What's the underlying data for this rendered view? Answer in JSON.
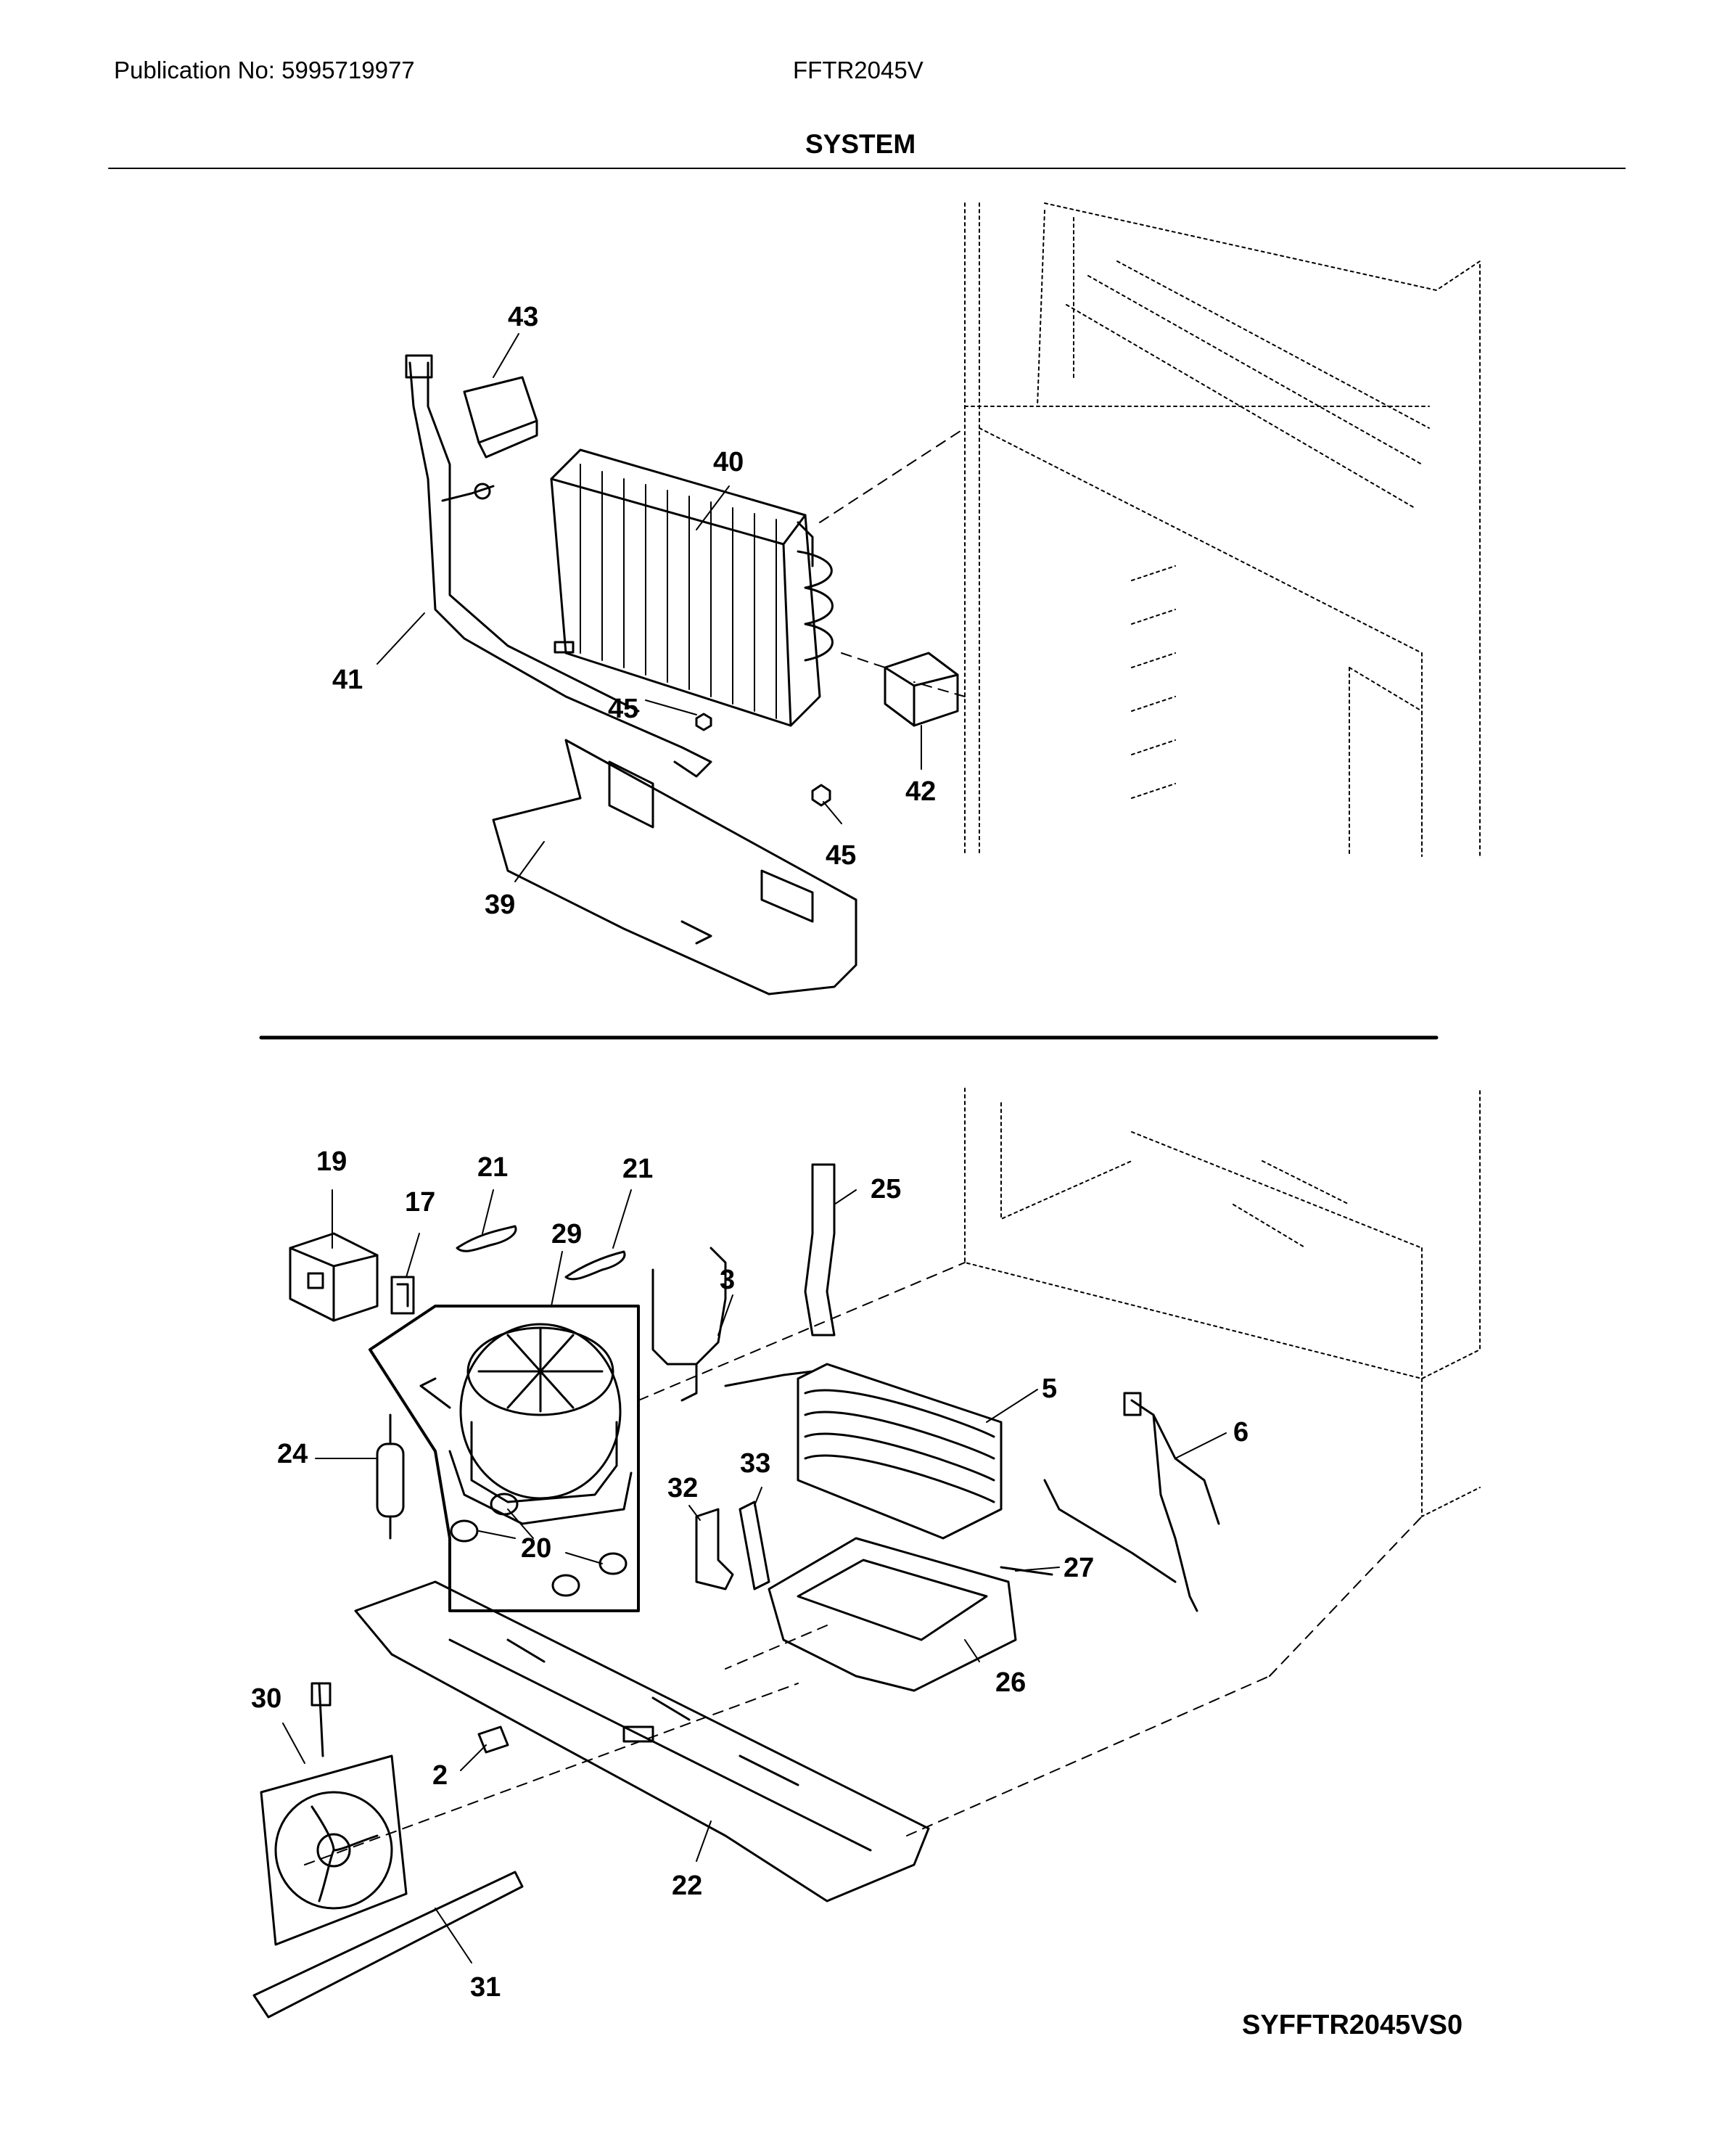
{
  "header": {
    "publication": "Publication No: 5995719977",
    "model": "FFTR2045V",
    "section_title": "SYSTEM"
  },
  "callouts": {
    "c43": "43",
    "c40": "40",
    "c41": "41",
    "c45a": "45",
    "c45b": "45",
    "c42": "42",
    "c39": "39",
    "c19": "19",
    "c17": "17",
    "c21a": "21",
    "c21b": "21",
    "c29": "29",
    "c25": "25",
    "c3": "3",
    "c5": "5",
    "c6": "6",
    "c24": "24",
    "c32": "32",
    "c33": "33",
    "c20": "20",
    "c27": "27",
    "c26": "26",
    "c30": "30",
    "c2": "2",
    "c22": "22",
    "c31": "31"
  },
  "footer": {
    "code": "SYFFTR2045VS0"
  }
}
